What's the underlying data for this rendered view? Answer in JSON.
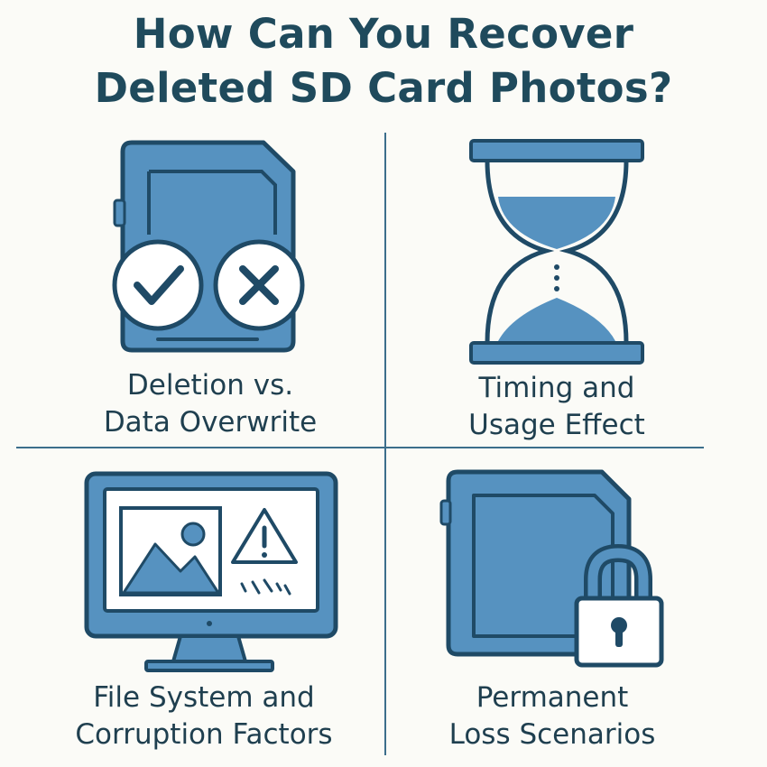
{
  "title": {
    "line1": "How Can You Recover",
    "line2": "Deleted SD Card Photos?"
  },
  "colors": {
    "fill": "#5692c0",
    "stroke": "#1f4a66",
    "background": "#fbfbf7",
    "text": "#1f3f4f"
  },
  "panels": [
    {
      "icon": "sd-card-check-cross-icon",
      "caption_line1": "Deletion vs.",
      "caption_line2": "Data Overwrite"
    },
    {
      "icon": "hourglass-icon",
      "caption_line1": "Timing and",
      "caption_line2": "Usage Effect"
    },
    {
      "icon": "monitor-warning-icon",
      "caption_line1": "File System and",
      "caption_line2": "Corruption Factors"
    },
    {
      "icon": "sd-card-lock-icon",
      "caption_line1": "Permanent",
      "caption_line2": "Loss Scenarios"
    }
  ]
}
